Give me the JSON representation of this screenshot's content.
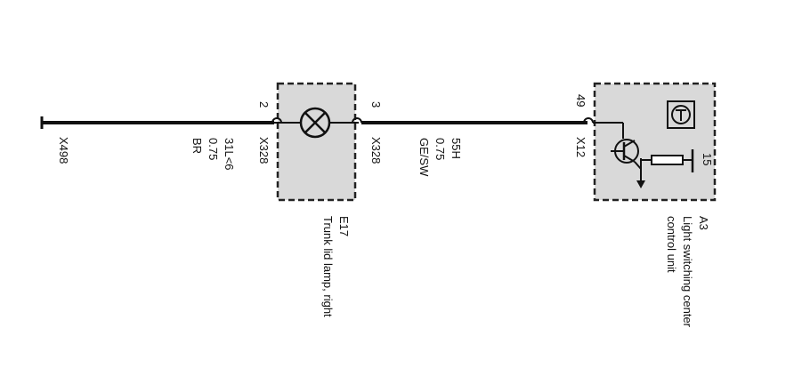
{
  "colors": {
    "wire": "#111111",
    "component_fill": "#d9d9d9",
    "component_border": "#222222",
    "background": "#ffffff"
  },
  "ground_connector": {
    "id": "X498"
  },
  "wire_left": {
    "circuit": "31L<6",
    "gauge": "0.75",
    "color": "BR"
  },
  "wire_right": {
    "circuit": "55H",
    "gauge": "0.75",
    "color": "GE/SW"
  },
  "lamp_component": {
    "id": "E17",
    "name": "Trunk lid lamp, right",
    "pin_left": "2",
    "pin_right": "3",
    "connector_left": "X328",
    "connector_right": "X328",
    "icon": "lamp-icon"
  },
  "control_unit": {
    "id": "A3",
    "name_line1": "Light switching center",
    "name_line2": "control unit",
    "pin_input": "49",
    "pin_output": "15",
    "connector": "X12",
    "icons": [
      "transistor-icon",
      "resistor-icon",
      "ground-arrow-icon",
      "module-symbol-icon"
    ]
  }
}
